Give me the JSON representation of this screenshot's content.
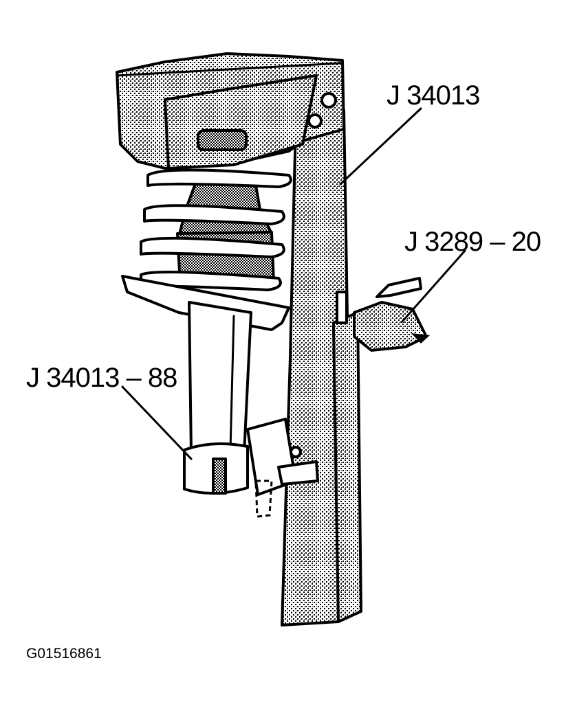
{
  "labels": {
    "tool_fixture": "J 34013",
    "clamp_tool": "J 3289 – 20",
    "adapter": "J 34013 – 88"
  },
  "figure_id": "G01516861",
  "colors": {
    "ink": "#000000",
    "paper": "#ffffff"
  }
}
